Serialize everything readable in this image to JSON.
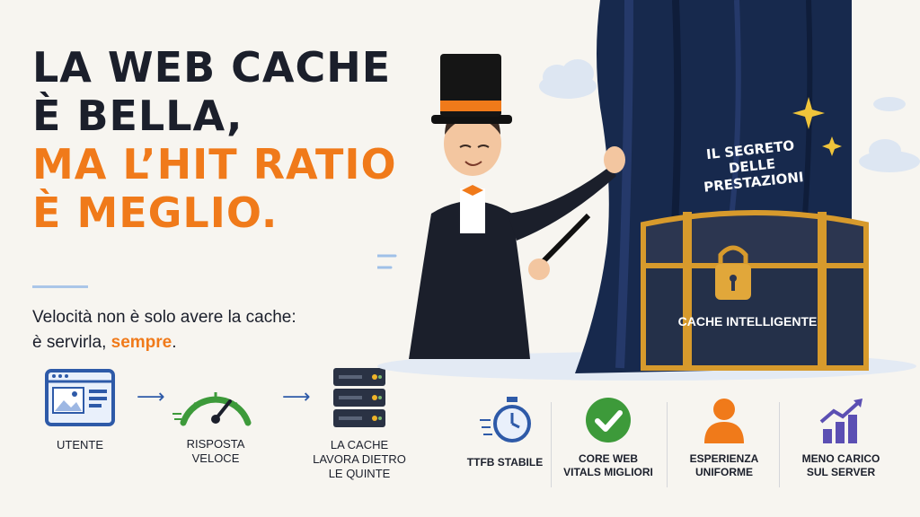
{
  "headline": {
    "line1": "LA WEB CACHE",
    "line2": "È BELLA,",
    "line3": "MA L’HIT RATIO",
    "line4": "È MEGLIO."
  },
  "subtitle": {
    "line1": "Velocità non è solo avere la cache:",
    "line2_pre": "è servirla, ",
    "line2_accent": "sempre",
    "line2_post": "."
  },
  "flow": {
    "user": "UTENTE",
    "response_1": "RISPOSTA",
    "response_2": "VELOCE",
    "cache_1": "LA CACHE",
    "cache_2": "LAVORA DIETRO",
    "cache_3": "LE QUINTE"
  },
  "curtain": {
    "line1": "IL SEGRETO",
    "line2": "DELLE",
    "line3": "PRESTAZIONI"
  },
  "chest": {
    "label": "CACHE INTELLIGENTE"
  },
  "benefits": {
    "ttfb": "TTFB STABILE",
    "cwv_1": "CORE WEB",
    "cwv_2": "VITALS MIGLIORI",
    "ux_1": "ESPERIENZA",
    "ux_2": "UNIFORME",
    "srv_1": "MENO CARICO",
    "srv_2": "SUL SERVER"
  },
  "colors": {
    "dark": "#1b1f2b",
    "orange": "#f07a1a",
    "blue": "#2e5aa8",
    "green": "#3d9a3a",
    "curtain": "#17294d",
    "gold": "#d79a2c",
    "purple": "#5b4fb3"
  },
  "icons": {
    "browser": "browser-window-icon",
    "gauge": "speedometer-icon",
    "server": "server-stack-icon",
    "stopwatch": "stopwatch-icon",
    "check": "check-circle-icon",
    "user": "user-icon",
    "chart": "bar-chart-up-icon",
    "lock": "padlock-icon"
  }
}
